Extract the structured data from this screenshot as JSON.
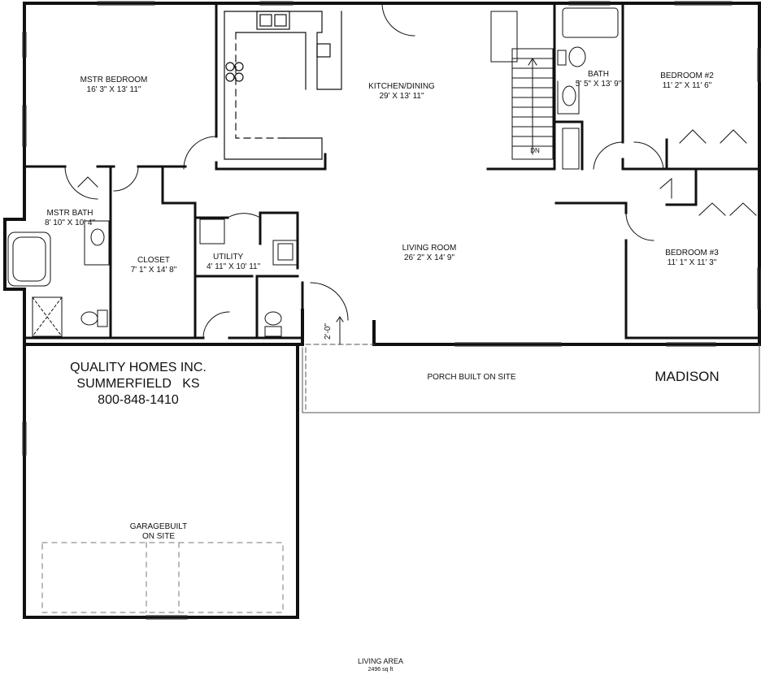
{
  "rooms": {
    "master_bedroom": {
      "name": "MSTR BEDROOM",
      "size": "16' 3\" X 13' 11\""
    },
    "kitchen_dining": {
      "name": "KITCHEN/DINING",
      "size": "29' X 13' 11\""
    },
    "bath": {
      "name": "BATH",
      "size": "5' 5\" X 13' 9\""
    },
    "bedroom2": {
      "name": "BEDROOM #2",
      "size": "11' 2\" X 11' 6\""
    },
    "master_bath": {
      "name": "MSTR BATH",
      "size": "8' 10\" X 10' 4\""
    },
    "closet": {
      "name": "CLOSET",
      "size": "7' 1\" X 14' 8\""
    },
    "utility": {
      "name": "UTILITY",
      "size": "4' 11\" X 10' 11\""
    },
    "living_room": {
      "name": "LIVING ROOM",
      "size": "26' 2\" X 14' 9\""
    },
    "bedroom3": {
      "name": "BEDROOM #3",
      "size": "11' 1\" X 11' 3\""
    },
    "porch": {
      "name": "PORCH BUILT ON SITE"
    },
    "garage": {
      "line1": "GARAGEBUILT",
      "line2": "ON SITE"
    }
  },
  "builder": {
    "name": "QUALITY HOMES INC.",
    "location": "SUMMERFIELD   KS",
    "phone": "800-848-1410"
  },
  "model_name": "MADISON",
  "stair_label": "DN",
  "dimension_note": "2'-0\"",
  "living_area": {
    "label": "LIVING AREA",
    "value": "2496 sq ft"
  }
}
